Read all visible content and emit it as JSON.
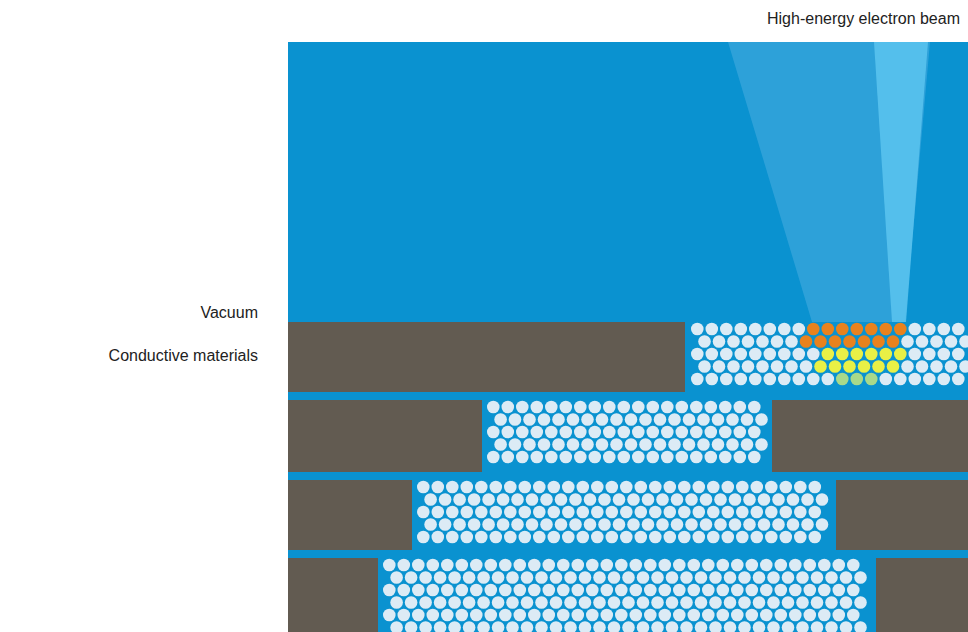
{
  "diagram": {
    "labels": [
      "High-energy electron beam",
      "Vacuum",
      "Conductive materials"
    ]
  }
}
